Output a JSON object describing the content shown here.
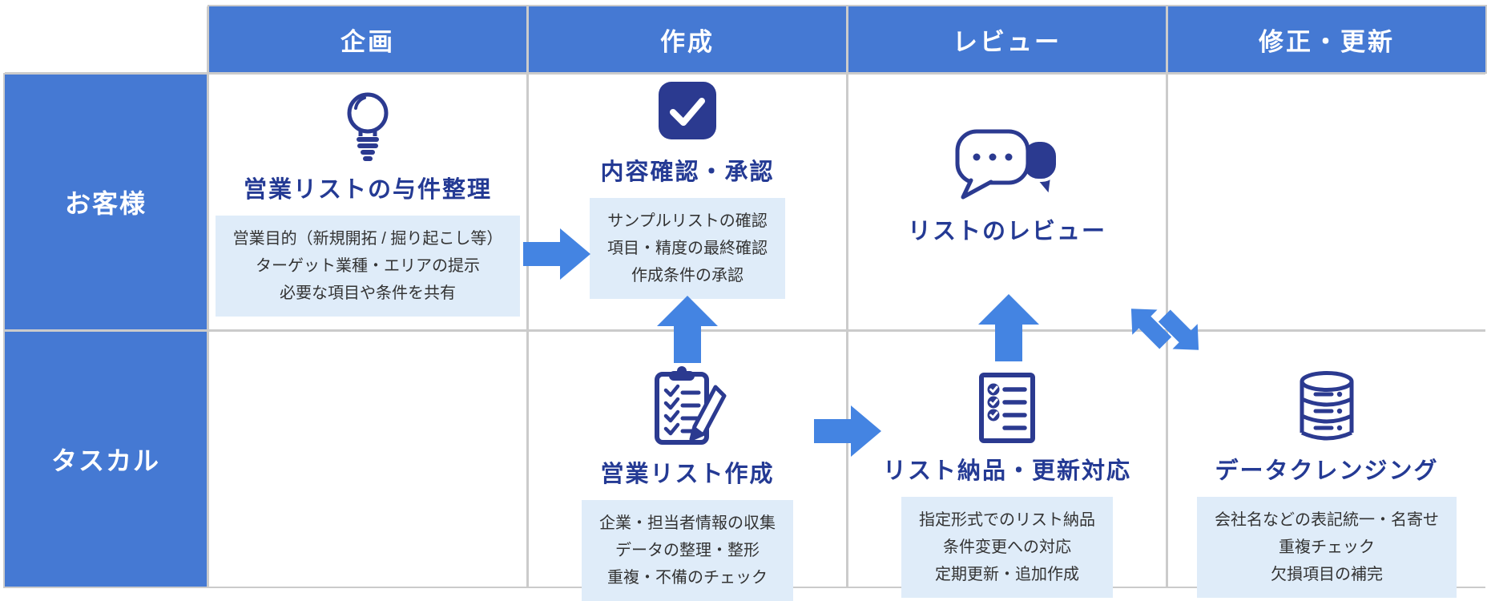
{
  "diagram": {
    "phases": [
      {
        "label": "企画"
      },
      {
        "label": "作成"
      },
      {
        "label": "レビュー"
      },
      {
        "label": "修正・更新"
      }
    ],
    "lanes": [
      {
        "label": "お客様"
      },
      {
        "label": "タスカル"
      }
    ],
    "cells": [
      {
        "lane": "お客様",
        "phase": "企画",
        "icon": "lightbulb-icon",
        "title": "営業リストの与件整理",
        "details": [
          "営業目的（新規開拓 / 掘り起こし等）",
          "ターゲット業種・エリアの提示",
          "必要な項目や条件を共有"
        ]
      },
      {
        "lane": "お客様",
        "phase": "作成",
        "icon": "check-square-icon",
        "title": "内容確認・承認",
        "details": [
          "サンプルリストの確認",
          "項目・精度の最終確認",
          "作成条件の承認"
        ]
      },
      {
        "lane": "お客様",
        "phase": "レビュー",
        "icon": "chat-bubbles-icon",
        "title": "リストのレビュー",
        "details": []
      },
      {
        "lane": "タスカル",
        "phase": "作成",
        "icon": "clipboard-pencil-icon",
        "title": "営業リスト作成",
        "details": [
          "企業・担当者情報の収集",
          "データの整理・整形",
          "重複・不備のチェック"
        ]
      },
      {
        "lane": "タスカル",
        "phase": "レビュー",
        "icon": "checklist-icon",
        "title": "リスト納品・更新対応",
        "details": [
          "指定形式でのリスト納品",
          "条件変更への対応",
          "定期更新・追加作成"
        ]
      },
      {
        "lane": "タスカル",
        "phase": "修正・更新",
        "icon": "database-icon",
        "title": "データクレンジング",
        "details": [
          "会社名などの表記統一・名寄せ",
          "重複チェック",
          "欠損項目の補完"
        ]
      }
    ],
    "arrows": [
      {
        "type": "right",
        "from": "営業リストの与件整理",
        "to": "内容確認・承認"
      },
      {
        "type": "up",
        "from": "営業リスト作成",
        "to": "内容確認・承認"
      },
      {
        "type": "right",
        "from": "営業リスト作成",
        "to": "リスト納品・更新対応"
      },
      {
        "type": "up",
        "from": "リスト納品・更新対応",
        "to": "リストのレビュー"
      },
      {
        "type": "swap-diagonal",
        "from": "リストのレビュー",
        "to": "データクレンジング"
      }
    ],
    "colors": {
      "header_blue": "#4579D3",
      "arrow_blue": "#4484E2",
      "icon_navy": "#2B3A90",
      "title_navy": "#243A94",
      "detail_box_bg": "#DFECF9",
      "detail_text": "#333333",
      "grid_line": "#CBCBCB"
    }
  }
}
